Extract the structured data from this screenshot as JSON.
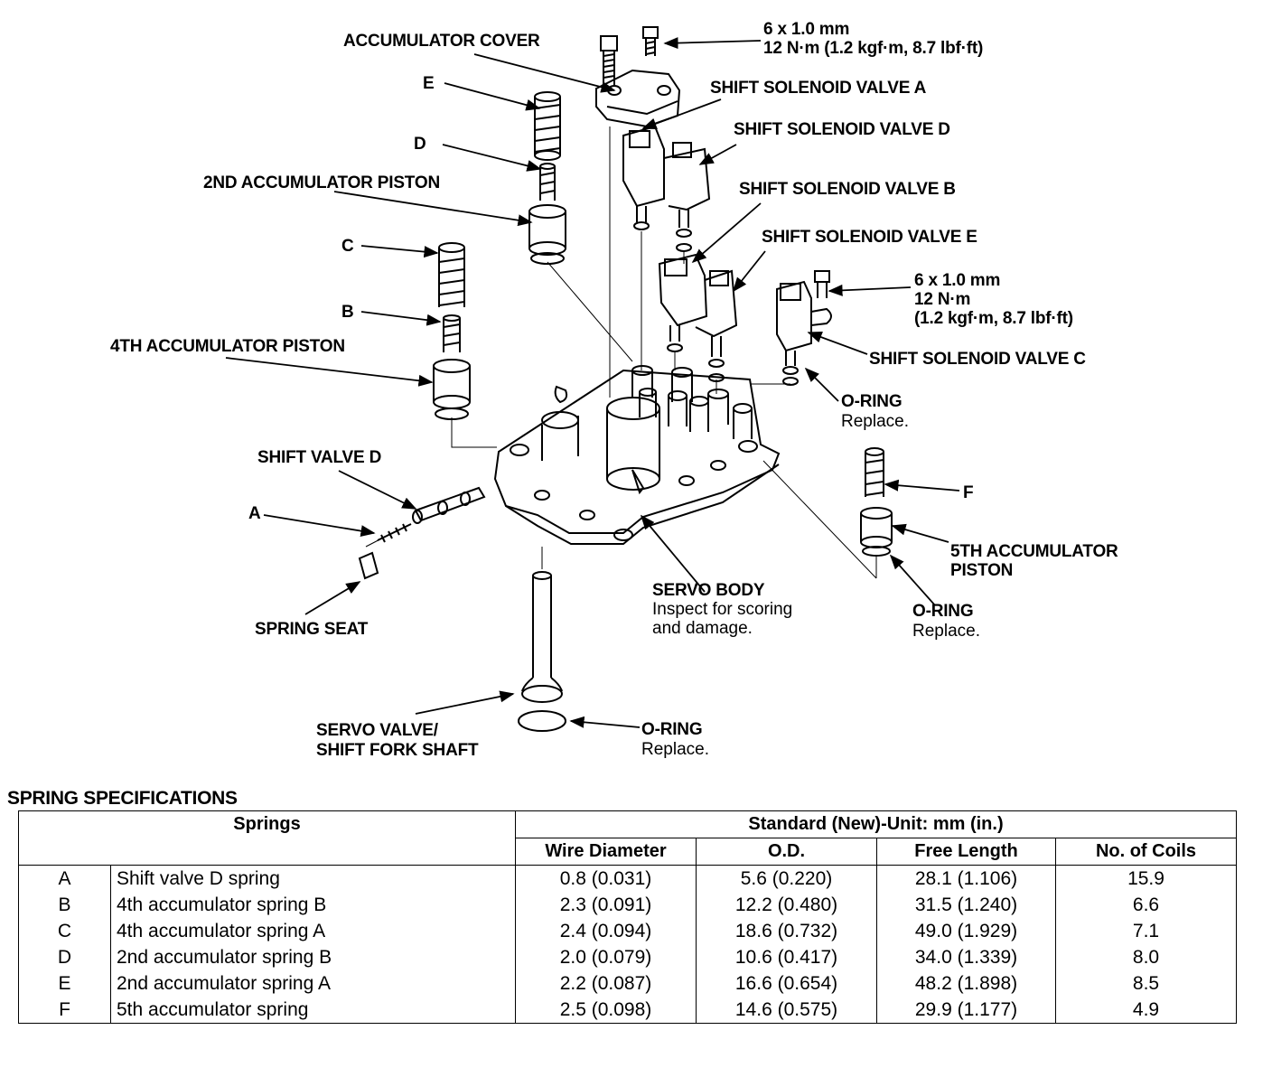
{
  "labels": {
    "accumulator_cover": "ACCUMULATOR COVER",
    "bolt_top_size": "6 x 1.0 mm",
    "bolt_top_torque": "12 N·m (1.2 kgf·m, 8.7 lbf·ft)",
    "solenoid_a": "SHIFT SOLENOID VALVE A",
    "solenoid_d": "SHIFT SOLENOID VALVE D",
    "solenoid_b": "SHIFT SOLENOID VALVE B",
    "solenoid_e": "SHIFT SOLENOID VALVE E",
    "solenoid_c": "SHIFT SOLENOID VALVE C",
    "bolt_right_size": "6 x 1.0 mm",
    "bolt_right_torque_1": "12 N·m",
    "bolt_right_torque_2": "(1.2 kgf·m, 8.7 lbf·ft)",
    "e": "E",
    "d": "D",
    "c": "C",
    "b": "B",
    "a": "A",
    "f": "F",
    "piston_2nd": "2ND ACCUMULATOR PISTON",
    "piston_4th": "4TH ACCUMULATOR PISTON",
    "piston_5th_1": "5TH ACCUMULATOR",
    "piston_5th_2": "PISTON",
    "shift_valve_d": "SHIFT VALVE D",
    "spring_seat": "SPRING SEAT",
    "oring_1": "O-RING",
    "oring_1_note": "Replace.",
    "oring_2": "O-RING",
    "oring_2_note": "Replace.",
    "oring_3": "O-RING",
    "oring_3_note": "Replace.",
    "servo_body": "SERVO BODY",
    "servo_body_note_1": "Inspect for scoring",
    "servo_body_note_2": "and damage.",
    "servo_valve_1": "SERVO VALVE/",
    "servo_valve_2": "SHIFT FORK SHAFT"
  },
  "table": {
    "title": "SPRING SPECIFICATIONS",
    "springs_header": "Springs",
    "standard_header": "Standard (New)-Unit: mm (in.)",
    "columns": [
      "Wire Diameter",
      "O.D.",
      "Free Length",
      "No. of Coils"
    ],
    "rows": [
      {
        "key": "A",
        "name": "Shift valve D spring",
        "wire": "0.8 (0.031)",
        "od": "5.6 (0.220)",
        "length": "28.1 (1.106)",
        "coils": "15.9"
      },
      {
        "key": "B",
        "name": "4th accumulator spring B",
        "wire": "2.3 (0.091)",
        "od": "12.2 (0.480)",
        "length": "31.5 (1.240)",
        "coils": "6.6"
      },
      {
        "key": "C",
        "name": "4th accumulator spring A",
        "wire": "2.4 (0.094)",
        "od": "18.6 (0.732)",
        "length": "49.0 (1.929)",
        "coils": "7.1"
      },
      {
        "key": "D",
        "name": "2nd accumulator spring B",
        "wire": "2.0 (0.079)",
        "od": "10.6 (0.417)",
        "length": "34.0 (1.339)",
        "coils": "8.0"
      },
      {
        "key": "E",
        "name": "2nd accumulator spring A",
        "wire": "2.2 (0.087)",
        "od": "16.6 (0.654)",
        "length": "48.2 (1.898)",
        "coils": "8.5"
      },
      {
        "key": "F",
        "name": "5th accumulator spring",
        "wire": "2.5 (0.098)",
        "od": "14.6 (0.575)",
        "length": "29.9 (1.177)",
        "coils": "4.9"
      }
    ]
  }
}
